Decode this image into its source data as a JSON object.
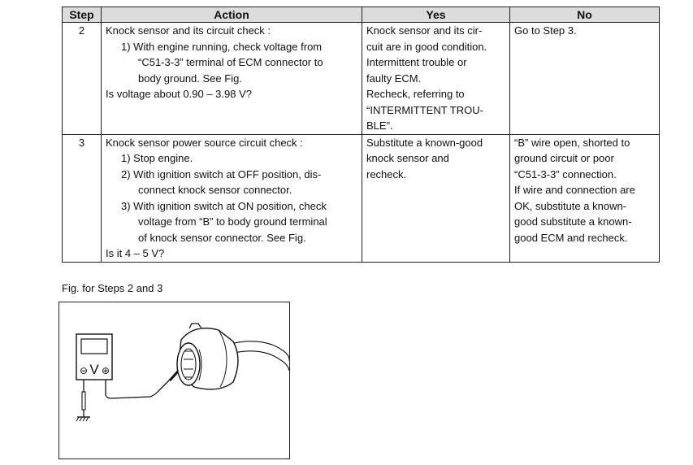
{
  "table": {
    "headers": [
      "Step",
      "Action",
      "Yes",
      "No"
    ],
    "rows": [
      {
        "step": "2",
        "action": [
          "Knock sensor and its circuit check :",
          "1)  With engine running, check voltage from",
          "“C51-3-3” terminal of ECM connector to",
          "body ground. See Fig.",
          "Is voltage about 0.90 – 3.98 V?"
        ],
        "yes": [
          "Knock sensor and its cir-",
          "cuit are in good condition.",
          "Intermittent trouble or",
          "faulty ECM.",
          "Recheck, referring to",
          "“INTERMITTENT TROU-",
          "BLE”."
        ],
        "no": [
          "Go to Step 3."
        ]
      },
      {
        "step": "3",
        "action": [
          "Knock sensor power source circuit check :",
          "1)  Stop engine.",
          "2)  With ignition switch at OFF position, dis-",
          "connect knock sensor connector.",
          "3)  With ignition switch at ON position, check",
          "voltage from “B” to body ground terminal",
          "of knock sensor connector. See Fig.",
          "Is it 4 – 5 V?"
        ],
        "yes": [
          "Substitute a known-good",
          "knock sensor and",
          "recheck."
        ],
        "no": [
          "“B” wire open, shorted to",
          "ground circuit or poor",
          "“C51-3-3” connection.",
          "If wire and connection are",
          "OK, substitute a known-",
          "good substitute a known-",
          "good ECM and recheck."
        ]
      }
    ]
  },
  "figure": {
    "caption": "Fig. for Steps 2 and 3",
    "meter_label": "V",
    "minus_symbol": "⊖",
    "plus_symbol": "⊕"
  }
}
